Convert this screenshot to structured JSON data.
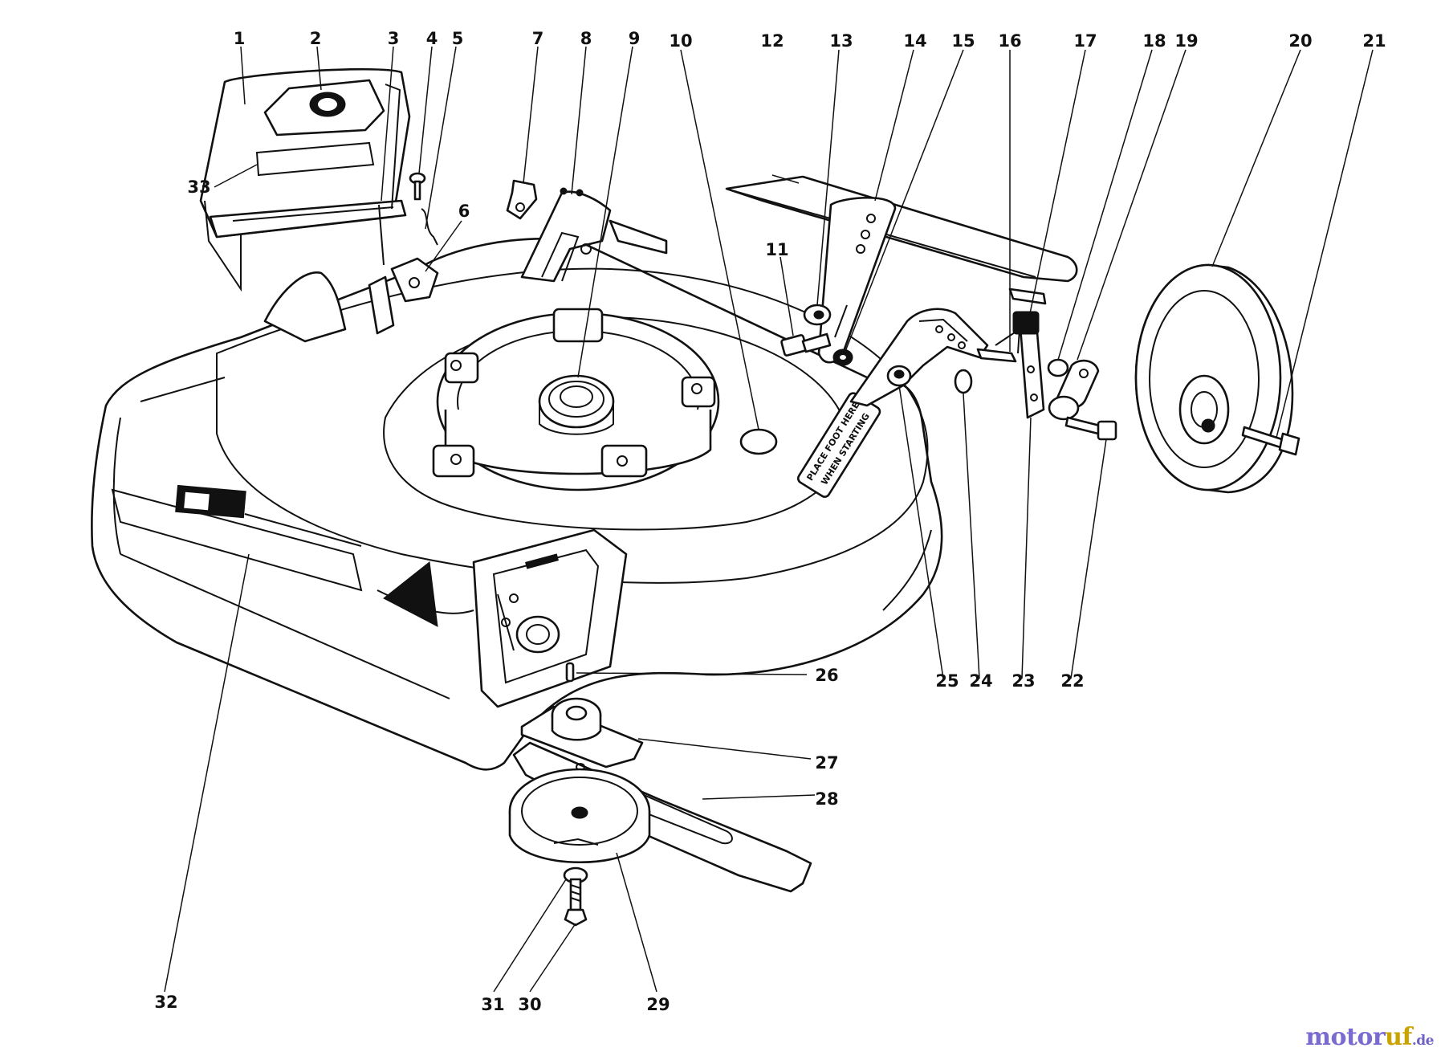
{
  "callouts": [
    "1",
    "2",
    "3",
    "4",
    "5",
    "6",
    "7",
    "8",
    "9",
    "10",
    "11",
    "12",
    "13",
    "14",
    "15",
    "16",
    "17",
    "18",
    "19",
    "20",
    "21",
    "22",
    "23",
    "24",
    "25",
    "26",
    "27",
    "28",
    "29",
    "30",
    "31",
    "32",
    "33"
  ],
  "decals": {
    "footrest_line1": "PLACE FOOT HERE",
    "footrest_line2": "WHEN STARTING"
  },
  "watermark": {
    "part1": "motor",
    "part2": "uf",
    "part3": ".de"
  }
}
